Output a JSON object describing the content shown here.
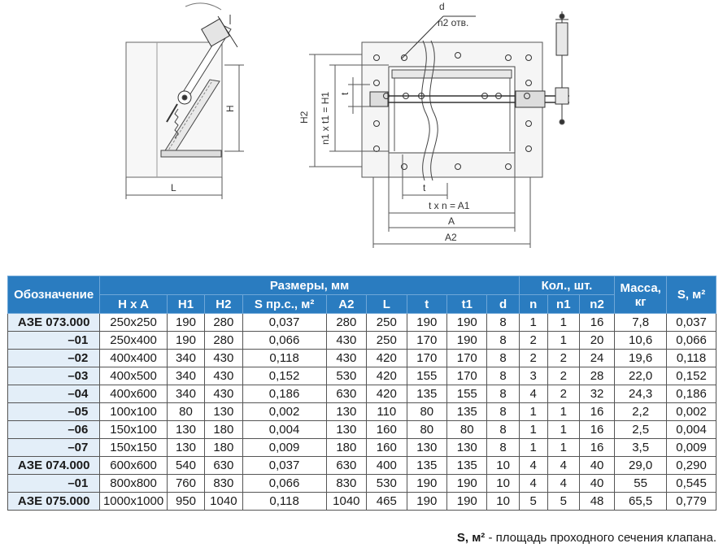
{
  "drawing_labels": {
    "H": "H",
    "L": "L",
    "d": "d",
    "n2_holes": "n2 отв.",
    "H2": "H2",
    "n1_t1_H1": "n1 x t1 = H1",
    "t_vertical": "t",
    "t_horizontal": "t",
    "t_n_A1": "t x n = A1",
    "A": "A",
    "A2": "A2"
  },
  "table": {
    "header_designation": "Обозначение",
    "header_dimensions": "Размеры, мм",
    "header_quantity": "Кол., шт.",
    "header_mass": "Масса, кг",
    "header_s": "S, м²",
    "columns": [
      "H x A",
      "H1",
      "H2",
      "S пр.с., м²",
      "A2",
      "L",
      "t",
      "t1",
      "d",
      "n",
      "n1",
      "n2"
    ],
    "rows": [
      {
        "des": "АЗЕ 073.000",
        "sub": false,
        "cells": [
          "250x250",
          "190",
          "280",
          "0,037",
          "280",
          "250",
          "190",
          "190",
          "8",
          "1",
          "1",
          "16",
          "7,8",
          "0,037"
        ]
      },
      {
        "des": "–01",
        "sub": true,
        "cells": [
          "250x400",
          "190",
          "280",
          "0,066",
          "430",
          "250",
          "170",
          "190",
          "8",
          "2",
          "1",
          "20",
          "10,6",
          "0,066"
        ]
      },
      {
        "des": "–02",
        "sub": true,
        "cells": [
          "400x400",
          "340",
          "430",
          "0,118",
          "430",
          "420",
          "170",
          "170",
          "8",
          "2",
          "2",
          "24",
          "19,6",
          "0,118"
        ]
      },
      {
        "des": "–03",
        "sub": true,
        "cells": [
          "400x500",
          "340",
          "430",
          "0,152",
          "530",
          "420",
          "155",
          "170",
          "8",
          "3",
          "2",
          "28",
          "22,0",
          "0,152"
        ]
      },
      {
        "des": "–04",
        "sub": true,
        "cells": [
          "400x600",
          "340",
          "430",
          "0,186",
          "630",
          "420",
          "135",
          "155",
          "8",
          "4",
          "2",
          "32",
          "24,3",
          "0,186"
        ]
      },
      {
        "des": "–05",
        "sub": true,
        "cells": [
          "100x100",
          "80",
          "130",
          "0,002",
          "130",
          "110",
          "80",
          "135",
          "8",
          "1",
          "1",
          "16",
          "2,2",
          "0,002"
        ]
      },
      {
        "des": "–06",
        "sub": true,
        "cells": [
          "150x100",
          "130",
          "180",
          "0,004",
          "130",
          "160",
          "80",
          "80",
          "8",
          "1",
          "1",
          "16",
          "2,5",
          "0,004"
        ]
      },
      {
        "des": "–07",
        "sub": true,
        "cells": [
          "150x150",
          "130",
          "180",
          "0,009",
          "180",
          "160",
          "130",
          "130",
          "8",
          "1",
          "1",
          "16",
          "3,5",
          "0,009"
        ]
      },
      {
        "des": "АЗЕ 074.000",
        "sub": false,
        "cells": [
          "600x600",
          "540",
          "630",
          "0,037",
          "630",
          "400",
          "135",
          "135",
          "10",
          "4",
          "4",
          "40",
          "29,0",
          "0,290"
        ]
      },
      {
        "des": "–01",
        "sub": true,
        "cells": [
          "800x800",
          "760",
          "830",
          "0,066",
          "830",
          "530",
          "190",
          "190",
          "10",
          "4",
          "4",
          "40",
          "55",
          "0,545"
        ]
      },
      {
        "des": "АЗЕ 075.000",
        "sub": false,
        "cells": [
          "1000x1000",
          "950",
          "1040",
          "0,118",
          "1040",
          "465",
          "190",
          "190",
          "10",
          "5",
          "5",
          "48",
          "65,5",
          "0,779"
        ]
      }
    ]
  },
  "footnote": {
    "term": "S, м²",
    "text": " - площадь проходного сечения клапана."
  }
}
